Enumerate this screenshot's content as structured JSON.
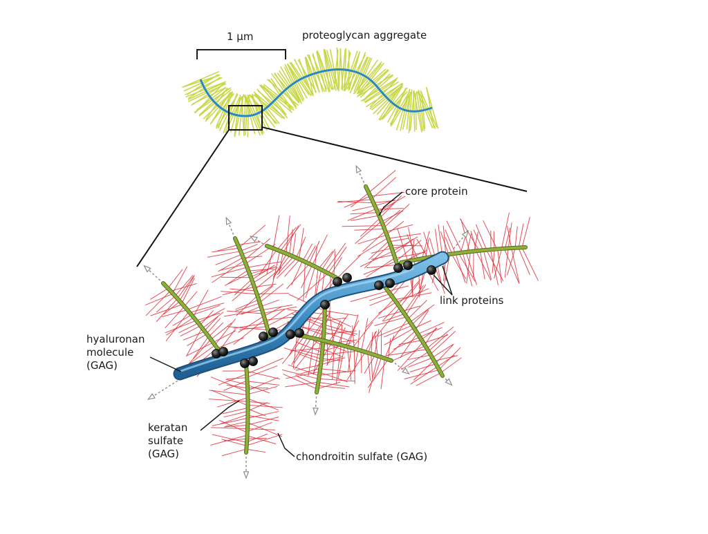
{
  "labels": {
    "scale": "1 µm",
    "aggregate": "proteoglycan aggregate",
    "core_protein": "core protein",
    "link_proteins": "link proteins",
    "hyaluronan": [
      "hyaluronan",
      "molecule",
      "(GAG)"
    ],
    "keratan": [
      "keratan",
      "sulfate",
      "(GAG)"
    ],
    "chondroitin": "chondroitin sulfate (GAG)"
  },
  "colors": {
    "hyaluronan": "#3f8fc4",
    "core_protein": "#8fae3a",
    "chondroitin": "#e0303a",
    "aggregate_bristles": "#c8d84a",
    "link_proteins": "#2a2a2a"
  }
}
